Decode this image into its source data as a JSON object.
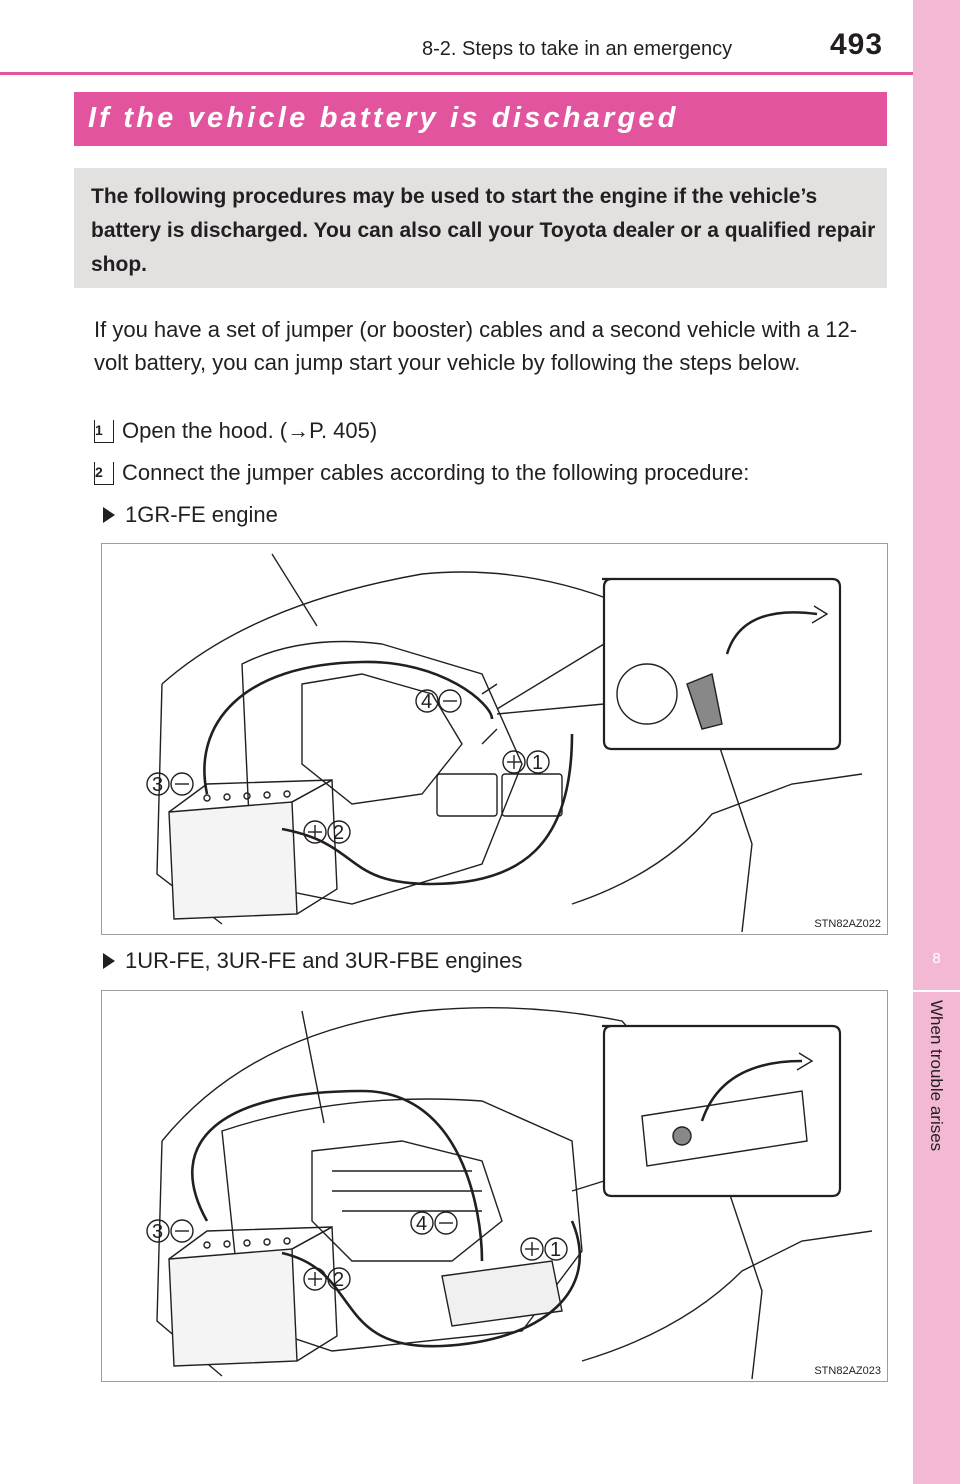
{
  "header": {
    "section": "8-2. Steps to take in an emergency",
    "page_number": "493"
  },
  "side_tab": {
    "chapter_number": "8",
    "chapter_title": "When trouble arises"
  },
  "title": "If the vehicle battery is discharged",
  "intro": "The following procedures may be used to start the engine if the vehicle’s battery is discharged. You can also call your Toyota dealer or a qualified repair shop.",
  "body": "If you have a set of jumper (or booster) cables and a second vehicle with a 12-volt battery, you can jump start your vehicle by following the steps below.",
  "steps": [
    {
      "num": "1",
      "text": "Open the hood. (→P. 405)"
    },
    {
      "num": "2",
      "text": "Connect the jumper cables according to the following procedure:"
    }
  ],
  "figures": [
    {
      "label": "1GR-FE engine",
      "code": "STN82AZ022",
      "callouts": [
        "1",
        "2",
        "3",
        "4"
      ]
    },
    {
      "label": "1UR-FE, 3UR-FE and 3UR-FBE engines",
      "code": "STN82AZ023",
      "callouts": [
        "1",
        "2",
        "3",
        "4"
      ]
    }
  ],
  "colors": {
    "accent": "#e2559e",
    "side_tab": "#f2b8d4",
    "intro_bg": "#e2e1e0"
  }
}
